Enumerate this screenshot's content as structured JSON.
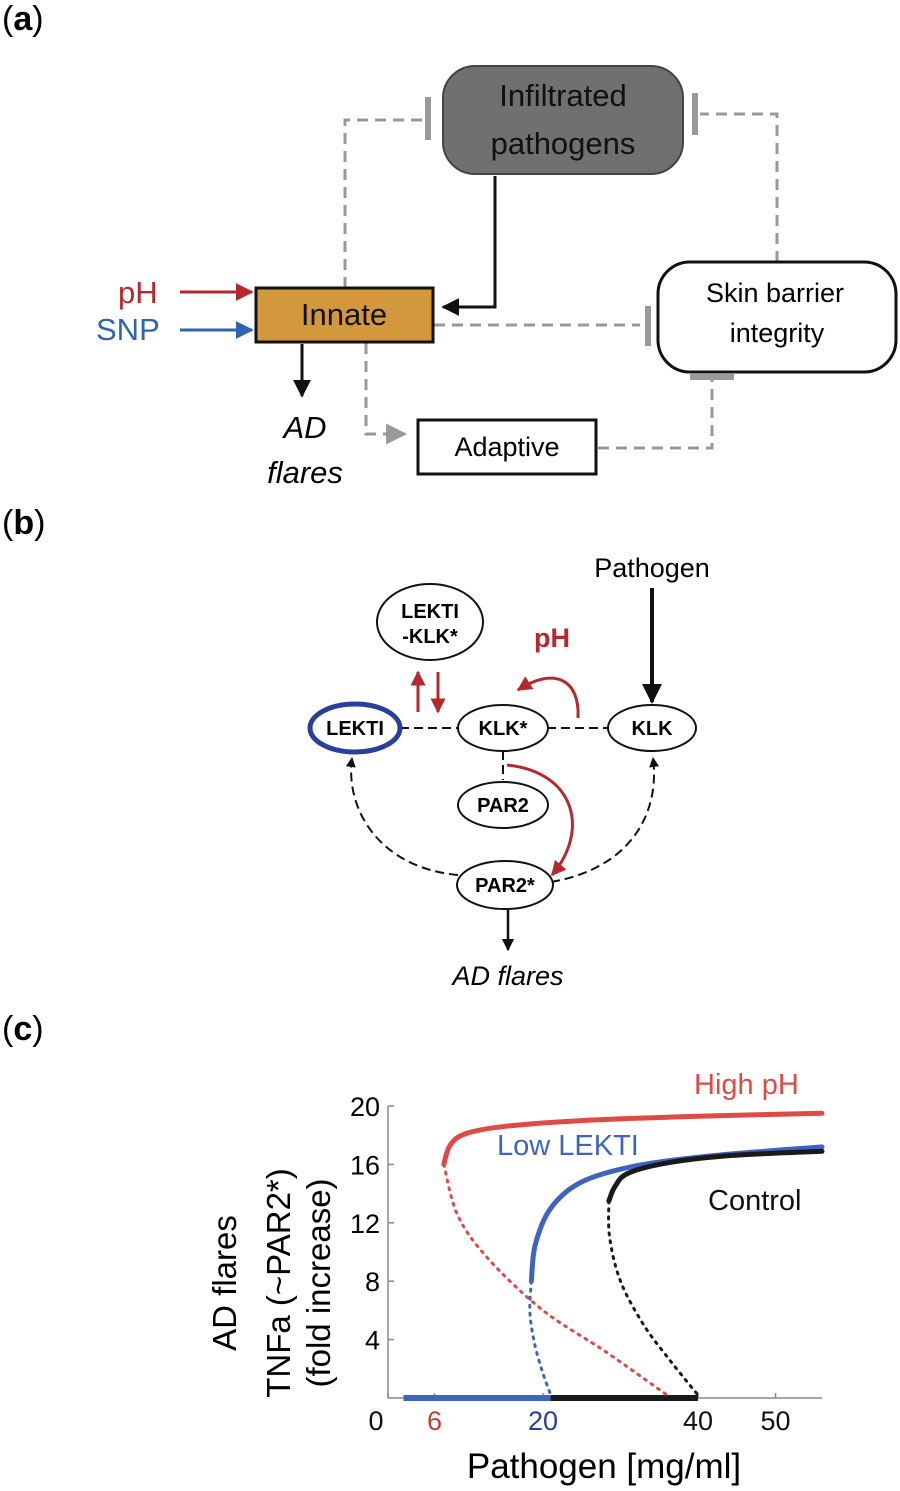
{
  "panels": {
    "a": {
      "label_open": "(",
      "label_letter": "a",
      "label_close": ")",
      "infiltrated_line1": "Infiltrated",
      "infiltrated_line2": "pathogens",
      "innate": "Innate",
      "skin_line1": "Skin barrier",
      "skin_line2": "integrity",
      "adaptive": "Adaptive",
      "ph": "pH",
      "snp": "SNP",
      "ad_line1": "AD",
      "ad_line2": "flares",
      "colors": {
        "ph": "#b5292e",
        "snp": "#2e64b0",
        "innate_fill": "#d4983c",
        "pathogen_fill": "#6f706f"
      }
    },
    "b": {
      "label_open": "(",
      "label_letter": "b",
      "label_close": ")",
      "pathogen": "Pathogen",
      "lekti_klk_line1": "LEKTI",
      "lekti_klk_line2": "-KLK*",
      "ph": "pH",
      "lekti": "LEKTI",
      "klk_star": "KLK*",
      "klk": "KLK",
      "par2": "PAR2",
      "par2_star": "PAR2*",
      "ad_flares": "AD flares",
      "colors": {
        "red": "#b5292e",
        "lekti_border": "#2a3f9a"
      }
    },
    "c": {
      "label_open": "(",
      "label_letter": "c",
      "label_close": ")",
      "y_line1": "AD flares",
      "y_line2": "TNFa  (~PAR2*)",
      "y_line3": "(fold increase)",
      "x_label": "Pathogen [mg/ml]",
      "x_ticks": [
        {
          "label": "0",
          "color": "#111111"
        },
        {
          "label": "6",
          "color": "#c63b37"
        },
        {
          "label": "20",
          "color": "#2a3f9a"
        },
        {
          "label": "40",
          "color": "#111111"
        },
        {
          "label": "50",
          "color": "#111111"
        }
      ],
      "y_ticks": [
        "20",
        "16",
        "12",
        "8",
        "4"
      ],
      "series_labels": {
        "high_ph": "High pH",
        "low_lekti": "Low LEKTI",
        "control": "Control"
      }
    }
  },
  "chart_data": {
    "type": "line",
    "xlabel": "Pathogen [mg/ml]",
    "ylabel": "AD flares TNFa (~PAR2*) (fold increase)",
    "xlim": [
      0,
      56
    ],
    "ylim": [
      0,
      20
    ],
    "x_ticks": [
      0,
      6,
      20,
      40,
      50
    ],
    "y_ticks": [
      4,
      8,
      12,
      16,
      20
    ],
    "legend": "inline labels",
    "series": [
      {
        "name": "High pH",
        "color": "#e04a45",
        "stable_high": [
          [
            7.2,
            16.0
          ],
          [
            8,
            17.3
          ],
          [
            10,
            18.1
          ],
          [
            15,
            18.6
          ],
          [
            25,
            19.0
          ],
          [
            40,
            19.3
          ],
          [
            56,
            19.5
          ]
        ],
        "unstable": [
          [
            7.2,
            16.0
          ],
          [
            9,
            12.5
          ],
          [
            13,
            9.5
          ],
          [
            20,
            6.0
          ],
          [
            28,
            3.2
          ],
          [
            36,
            0.2
          ]
        ],
        "stable_low": [
          [
            2,
            0
          ],
          [
            36,
            0
          ]
        ]
      },
      {
        "name": "Low LEKTI",
        "color": "#3f64c0",
        "stable_high": [
          [
            18.5,
            8.0
          ],
          [
            19,
            10.5
          ],
          [
            21,
            13.0
          ],
          [
            25,
            14.8
          ],
          [
            32,
            15.9
          ],
          [
            42,
            16.6
          ],
          [
            56,
            17.2
          ]
        ],
        "unstable": [
          [
            18.5,
            8.0
          ],
          [
            18.3,
            6.0
          ],
          [
            18.8,
            4.0
          ],
          [
            19.8,
            2.0
          ],
          [
            21,
            0.2
          ]
        ],
        "stable_low": [
          [
            2,
            0
          ],
          [
            21,
            0
          ]
        ]
      },
      {
        "name": "Control",
        "color": "#1a1a1a",
        "stable_high": [
          [
            28.5,
            13.5
          ],
          [
            29.3,
            14.5
          ],
          [
            31,
            15.4
          ],
          [
            36,
            16.1
          ],
          [
            44,
            16.6
          ],
          [
            56,
            16.9
          ]
        ],
        "unstable": [
          [
            28.5,
            13.5
          ],
          [
            28.6,
            11.0
          ],
          [
            30,
            8.0
          ],
          [
            33,
            5.0
          ],
          [
            36.5,
            2.5
          ],
          [
            40,
            0.2
          ]
        ],
        "stable_low": [
          [
            21,
            0
          ],
          [
            40,
            0
          ]
        ]
      }
    ]
  }
}
